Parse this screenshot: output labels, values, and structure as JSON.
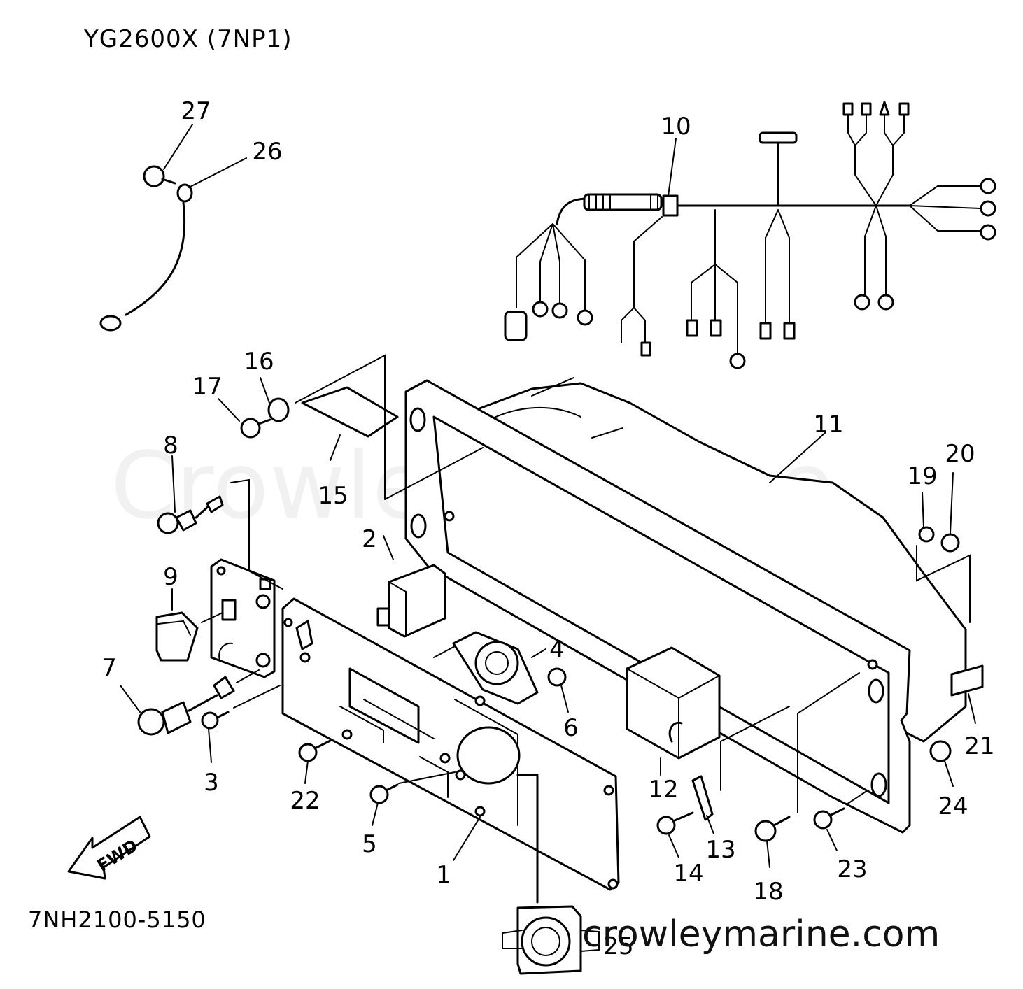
{
  "header": {
    "model": "YG2600X (7NP1)"
  },
  "footer": {
    "drawing_code": "7NH2100-5150",
    "site": "crowleymarine.com"
  },
  "watermark": "Crowley Marine",
  "direction_label": "FWD",
  "callouts": [
    "1",
    "2",
    "3",
    "4",
    "5",
    "6",
    "7",
    "8",
    "9",
    "10",
    "11",
    "12",
    "13",
    "14",
    "15",
    "16",
    "17",
    "18",
    "19",
    "20",
    "21",
    "22",
    "23",
    "24",
    "25",
    "26",
    "27"
  ]
}
